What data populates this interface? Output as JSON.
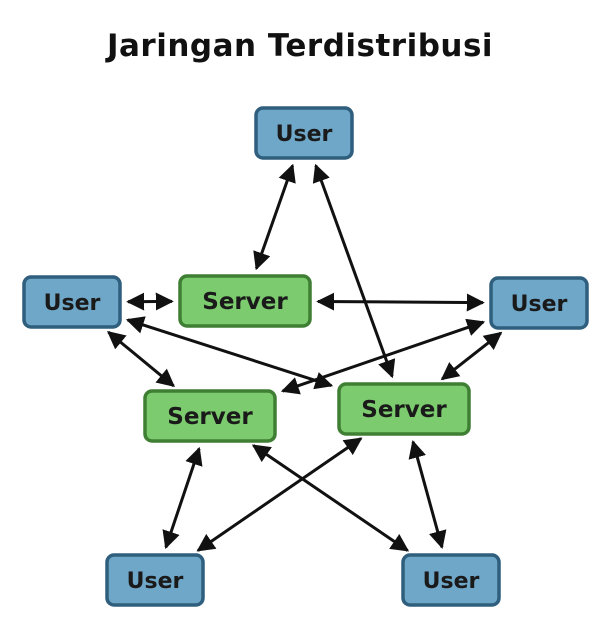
{
  "title": "Jaringan Terdistribusi",
  "colors": {
    "user_fill": "#6fa7c9",
    "user_stroke": "#2f5f7d",
    "server_fill": "#7ccb6e",
    "server_stroke": "#3f7f33",
    "arrow": "#111111"
  },
  "nodes": [
    {
      "id": "user-top",
      "type": "user",
      "label": "User"
    },
    {
      "id": "user-left",
      "type": "user",
      "label": "User"
    },
    {
      "id": "user-right",
      "type": "user",
      "label": "User"
    },
    {
      "id": "user-bottom-left",
      "type": "user",
      "label": "User"
    },
    {
      "id": "user-bottom-right",
      "type": "user",
      "label": "User"
    },
    {
      "id": "server-top",
      "type": "server",
      "label": "Server"
    },
    {
      "id": "server-left",
      "type": "server",
      "label": "Server"
    },
    {
      "id": "server-right",
      "type": "server",
      "label": "Server"
    }
  ],
  "edges": [
    {
      "from": "user-top",
      "to": "server-top"
    },
    {
      "from": "user-top",
      "to": "server-right"
    },
    {
      "from": "user-left",
      "to": "server-top"
    },
    {
      "from": "server-top",
      "to": "user-right"
    },
    {
      "from": "user-left",
      "to": "server-left"
    },
    {
      "from": "user-left",
      "to": "server-right"
    },
    {
      "from": "user-right",
      "to": "server-left"
    },
    {
      "from": "user-right",
      "to": "server-right"
    },
    {
      "from": "server-left",
      "to": "user-bottom-left"
    },
    {
      "from": "server-left",
      "to": "user-bottom-right"
    },
    {
      "from": "server-right",
      "to": "user-bottom-left"
    },
    {
      "from": "server-right",
      "to": "user-bottom-right"
    }
  ]
}
